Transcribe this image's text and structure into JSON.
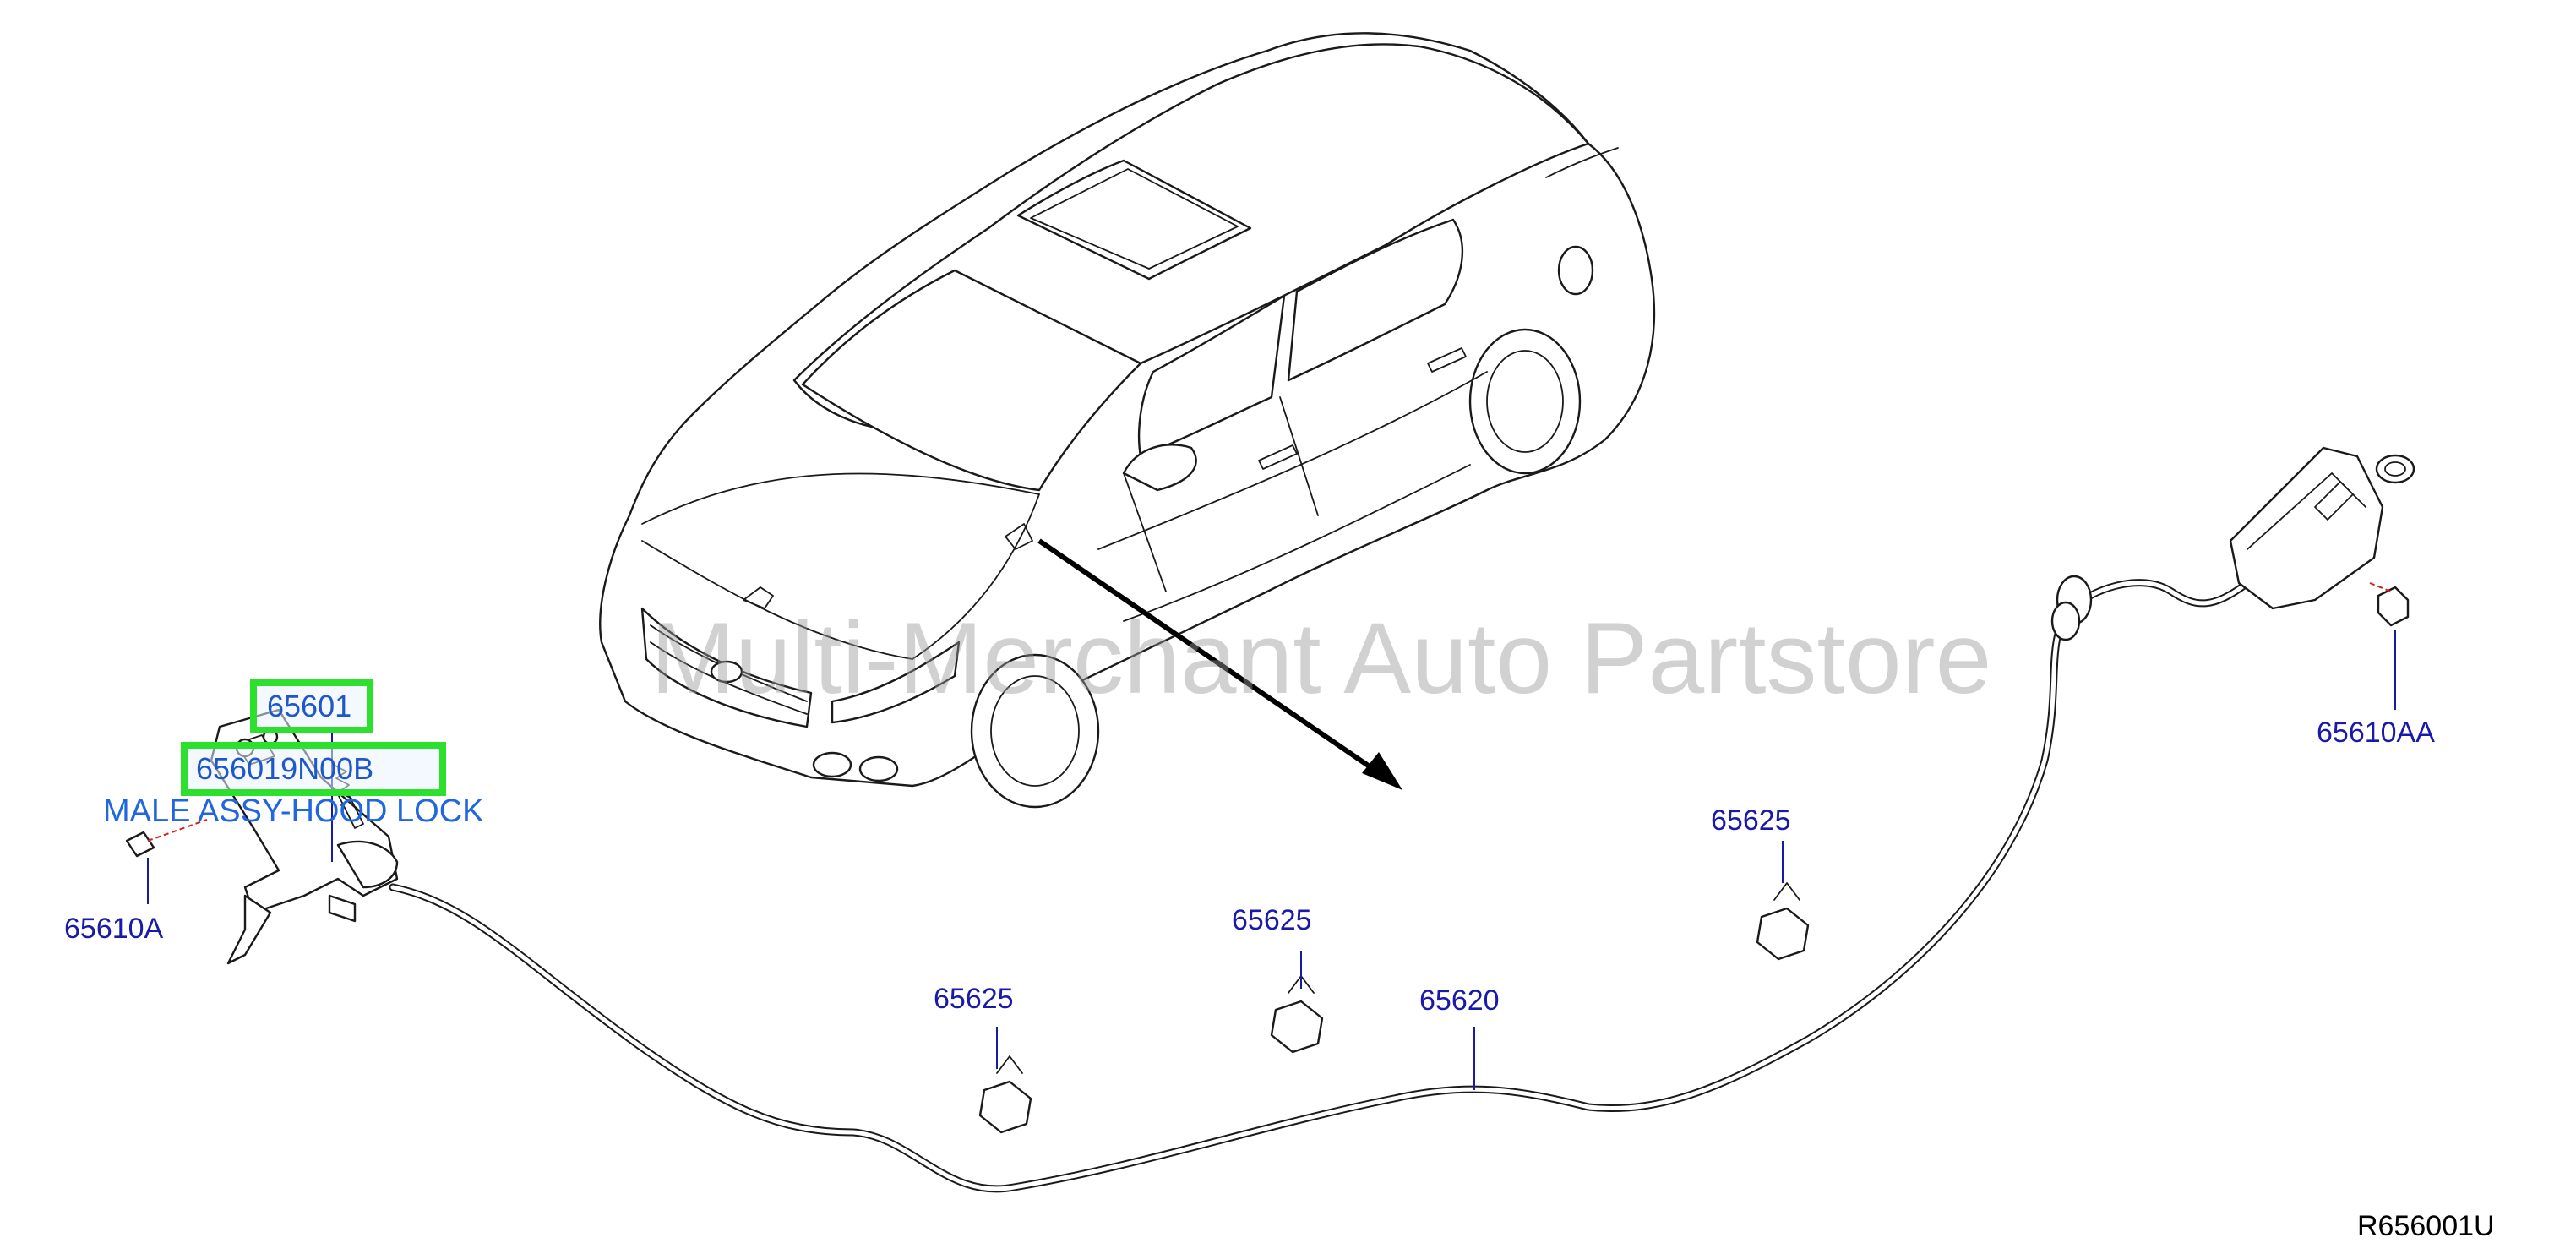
{
  "labels": {
    "hood_lock_part": "65601",
    "hood_lock_oem": "656019N00B",
    "hood_lock_desc": "MALE ASSY-HOOD LOCK",
    "bolt_left": "65610A",
    "bolt_right": "65610AA",
    "clip_1": "65625",
    "clip_2": "65625",
    "clip_3": "65625",
    "cable": "65620",
    "diagram_ref": "R656001U"
  },
  "watermark": "Multi-Merchant Auto Partstore",
  "colors": {
    "highlight": "#2ee02e",
    "part_number": "#1a1aa8",
    "selected_text": "#1f57c8"
  }
}
